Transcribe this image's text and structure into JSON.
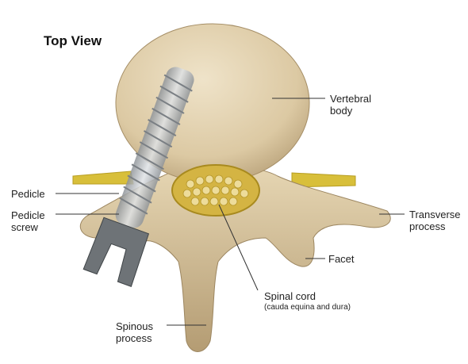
{
  "title": "Top View",
  "labels": {
    "vertebral_body": [
      "Vertebral",
      "body"
    ],
    "pedicle": "Pedicle",
    "pedicle_screw": [
      "Pedicle",
      "screw"
    ],
    "transverse_process": [
      "Transverse",
      "process"
    ],
    "facet": "Facet",
    "spinal_cord": "Spinal cord",
    "spinal_cord_note": "(cauda equina and dura)",
    "spinous_process": [
      "Spinous",
      "process"
    ]
  },
  "colors": {
    "bone": "#d9c8a4",
    "bone_shadow": "#b9a27a",
    "cord_ring": "#c9a83a",
    "nerve_fill": "#e8d488",
    "screw": "#b8bcc0",
    "screw_head": "#6e7377",
    "nerve_root": "#d8bf3a"
  }
}
